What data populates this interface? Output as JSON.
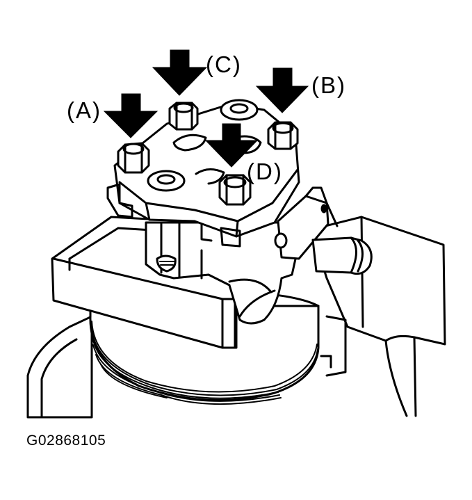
{
  "figure_id": "G02868105",
  "callouts": {
    "a": "(A)",
    "b": "(B)",
    "c": "(C)",
    "d": "(D)"
  }
}
